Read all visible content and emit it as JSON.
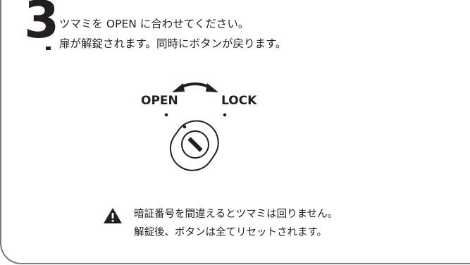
{
  "step": {
    "number": "3",
    "line1": "ツマミを OPEN に合わせてください。",
    "line2": "扉が解錠されます。同時にボタンが戻ります。"
  },
  "dial": {
    "open_label": "OPEN",
    "lock_label": "LOCK",
    "icon": "rotary-knob-icon"
  },
  "note": {
    "icon": "warning-icon",
    "line1": "暗証番号を間違えるとツマミは回りません。",
    "line2": "解錠後、ボタンは全てリセットされます。"
  }
}
